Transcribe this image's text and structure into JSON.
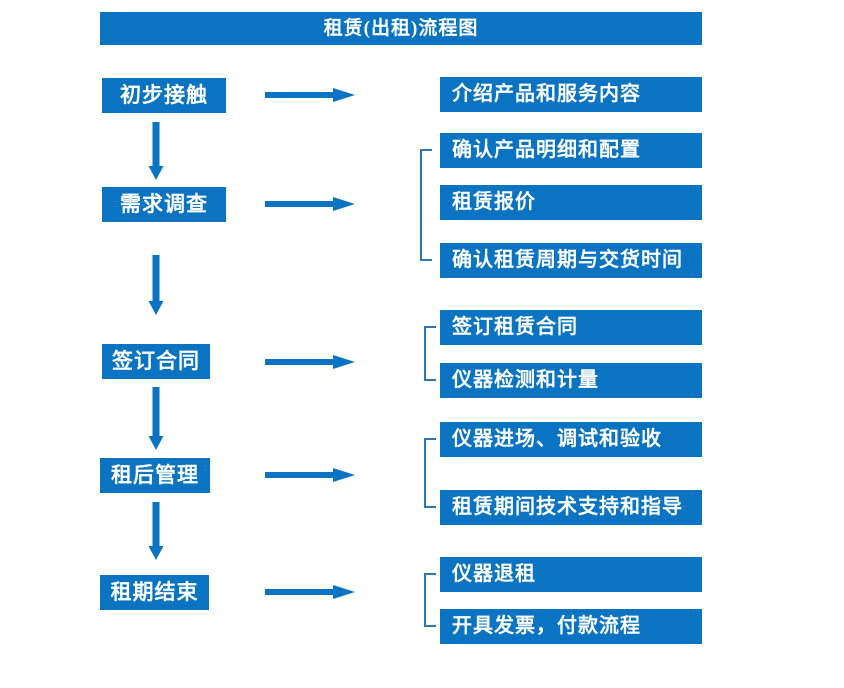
{
  "title": "租赁(出租)流程图",
  "colors": {
    "box_blue": "#0b74c2",
    "arrow_blue": "#0b74c2",
    "bracket_blue": "#2e75b6",
    "text_white": "#ffffff"
  },
  "flow": {
    "steps": [
      {
        "label": "初步接触",
        "details": [
          "介绍产品和服务内容"
        ]
      },
      {
        "label": "需求调查",
        "details": [
          "确认产品明细和配置",
          "租赁报价",
          "确认租赁周期与交货时间"
        ]
      },
      {
        "label": "签订合同",
        "details": [
          "签订租赁合同",
          "仪器检测和计量"
        ]
      },
      {
        "label": "租后管理",
        "details": [
          "仪器进场、调试和验收",
          "租赁期间技术支持和指导"
        ]
      },
      {
        "label": "租期结束",
        "details": [
          "仪器退租",
          "开具发票，付款流程"
        ]
      }
    ]
  }
}
